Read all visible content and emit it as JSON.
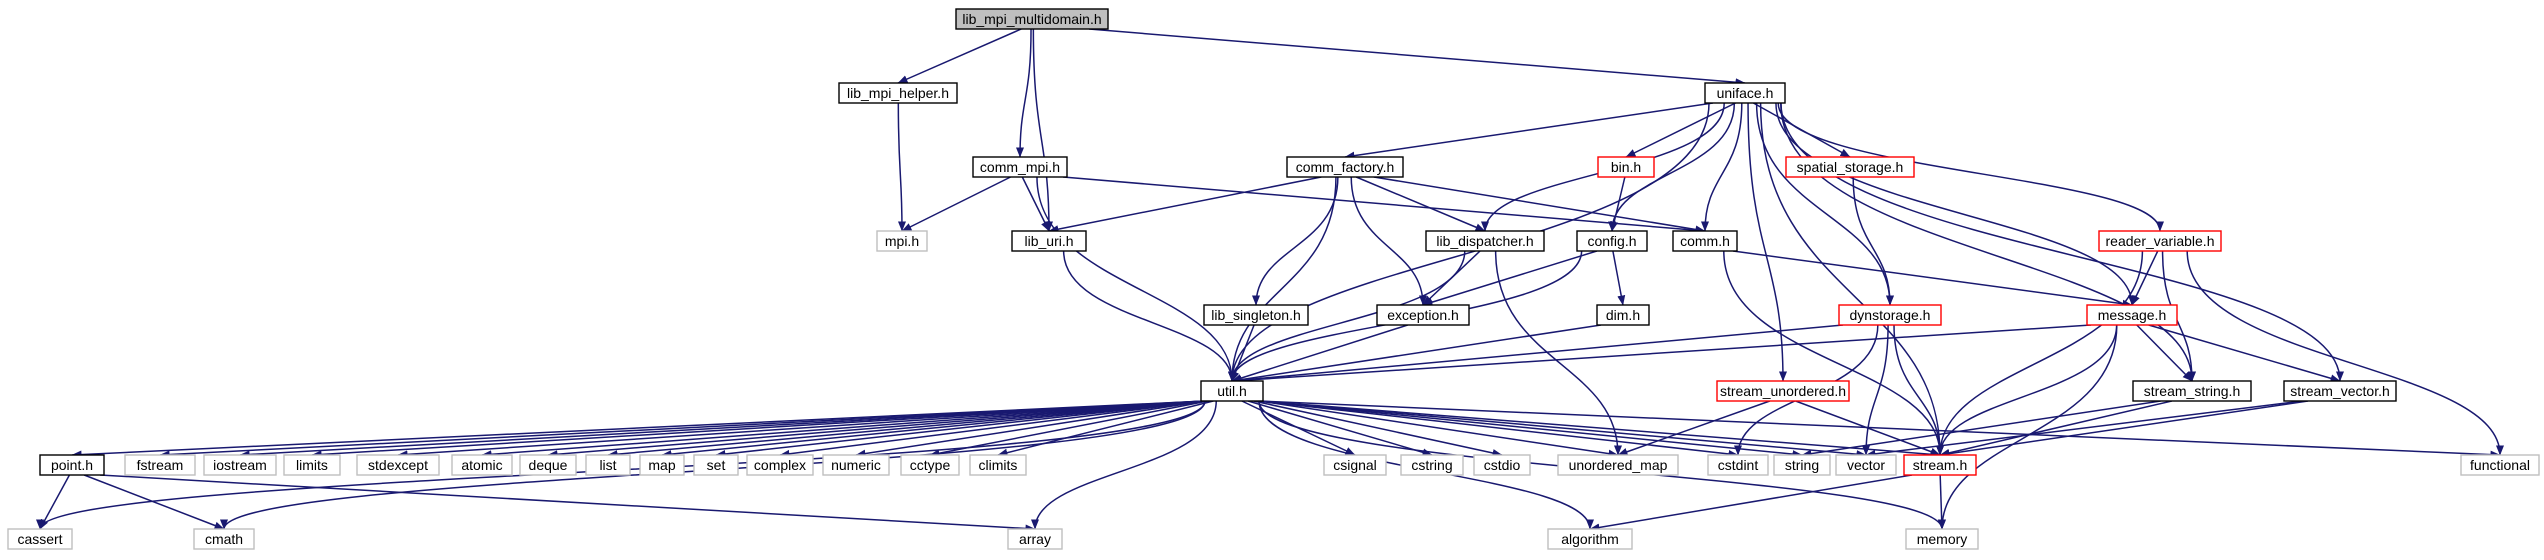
{
  "diagram": {
    "colors": {
      "edge": "#191970",
      "root_fill": "#bfbfbf",
      "node_border": "#000000",
      "node_fill": "#ffffff",
      "missing_border": "#bfbfbf",
      "truncated_border": "#ff0000"
    },
    "nodes": [
      {
        "id": "lib_mpi_multidomain",
        "label": "lib_mpi_multidomain.h",
        "kind": "root"
      },
      {
        "id": "lib_mpi_helper",
        "label": "lib_mpi_helper.h",
        "kind": "normal"
      },
      {
        "id": "uniface",
        "label": "uniface.h",
        "kind": "normal"
      },
      {
        "id": "comm_mpi",
        "label": "comm_mpi.h",
        "kind": "normal"
      },
      {
        "id": "comm_factory",
        "label": "comm_factory.h",
        "kind": "normal"
      },
      {
        "id": "bin",
        "label": "bin.h",
        "kind": "truncated"
      },
      {
        "id": "spatial_storage",
        "label": "spatial_storage.h",
        "kind": "truncated"
      },
      {
        "id": "mpi",
        "label": "mpi.h",
        "kind": "missing"
      },
      {
        "id": "lib_uri",
        "label": "lib_uri.h",
        "kind": "normal"
      },
      {
        "id": "lib_dispatcher",
        "label": "lib_dispatcher.h",
        "kind": "normal"
      },
      {
        "id": "config",
        "label": "config.h",
        "kind": "normal"
      },
      {
        "id": "comm",
        "label": "comm.h",
        "kind": "normal"
      },
      {
        "id": "reader_variable",
        "label": "reader_variable.h",
        "kind": "truncated"
      },
      {
        "id": "lib_singleton",
        "label": "lib_singleton.h",
        "kind": "normal"
      },
      {
        "id": "exception",
        "label": "exception.h",
        "kind": "normal"
      },
      {
        "id": "dim",
        "label": "dim.h",
        "kind": "normal"
      },
      {
        "id": "dynstorage",
        "label": "dynstorage.h",
        "kind": "truncated"
      },
      {
        "id": "message",
        "label": "message.h",
        "kind": "truncated"
      },
      {
        "id": "util",
        "label": "util.h",
        "kind": "normal"
      },
      {
        "id": "stream_unordered",
        "label": "stream_unordered.h",
        "kind": "truncated"
      },
      {
        "id": "stream_string",
        "label": "stream_string.h",
        "kind": "normal"
      },
      {
        "id": "stream_vector",
        "label": "stream_vector.h",
        "kind": "normal"
      },
      {
        "id": "point",
        "label": "point.h",
        "kind": "normal"
      },
      {
        "id": "fstream",
        "label": "fstream",
        "kind": "missing"
      },
      {
        "id": "iostream",
        "label": "iostream",
        "kind": "missing"
      },
      {
        "id": "limits",
        "label": "limits",
        "kind": "missing"
      },
      {
        "id": "stdexcept",
        "label": "stdexcept",
        "kind": "missing"
      },
      {
        "id": "atomic",
        "label": "atomic",
        "kind": "missing"
      },
      {
        "id": "deque",
        "label": "deque",
        "kind": "missing"
      },
      {
        "id": "list",
        "label": "list",
        "kind": "missing"
      },
      {
        "id": "map",
        "label": "map",
        "kind": "missing"
      },
      {
        "id": "set",
        "label": "set",
        "kind": "missing"
      },
      {
        "id": "complex",
        "label": "complex",
        "kind": "missing"
      },
      {
        "id": "numeric",
        "label": "numeric",
        "kind": "missing"
      },
      {
        "id": "cctype",
        "label": "cctype",
        "kind": "missing"
      },
      {
        "id": "climits",
        "label": "climits",
        "kind": "missing"
      },
      {
        "id": "csignal",
        "label": "csignal",
        "kind": "missing"
      },
      {
        "id": "cstring",
        "label": "cstring",
        "kind": "missing"
      },
      {
        "id": "cstdio",
        "label": "cstdio",
        "kind": "missing"
      },
      {
        "id": "unordered_map",
        "label": "unordered_map",
        "kind": "missing"
      },
      {
        "id": "cstdint",
        "label": "cstdint",
        "kind": "missing"
      },
      {
        "id": "string",
        "label": "string",
        "kind": "missing"
      },
      {
        "id": "vector",
        "label": "vector",
        "kind": "missing"
      },
      {
        "id": "stream",
        "label": "stream.h",
        "kind": "truncated"
      },
      {
        "id": "functional",
        "label": "functional",
        "kind": "missing"
      },
      {
        "id": "cassert",
        "label": "cassert",
        "kind": "missing"
      },
      {
        "id": "cmath",
        "label": "cmath",
        "kind": "missing"
      },
      {
        "id": "array",
        "label": "array",
        "kind": "missing"
      },
      {
        "id": "algorithm",
        "label": "algorithm",
        "kind": "missing"
      },
      {
        "id": "memory",
        "label": "memory",
        "kind": "missing"
      }
    ],
    "edges": [
      [
        "lib_mpi_multidomain",
        "lib_mpi_helper"
      ],
      [
        "lib_mpi_multidomain",
        "comm_mpi"
      ],
      [
        "lib_mpi_multidomain",
        "lib_uri"
      ],
      [
        "lib_mpi_multidomain",
        "uniface"
      ],
      [
        "lib_mpi_helper",
        "mpi"
      ],
      [
        "comm_mpi",
        "mpi"
      ],
      [
        "comm_mpi",
        "lib_uri"
      ],
      [
        "comm_mpi",
        "util"
      ],
      [
        "comm_mpi",
        "comm"
      ],
      [
        "uniface",
        "comm_factory"
      ],
      [
        "uniface",
        "util"
      ],
      [
        "uniface",
        "bin"
      ],
      [
        "uniface",
        "spatial_storage"
      ],
      [
        "uniface",
        "lib_dispatcher"
      ],
      [
        "uniface",
        "config"
      ],
      [
        "uniface",
        "comm"
      ],
      [
        "uniface",
        "reader_variable"
      ],
      [
        "uniface",
        "message"
      ],
      [
        "uniface",
        "dynstorage"
      ],
      [
        "uniface",
        "stream_unordered"
      ],
      [
        "uniface",
        "stream_string"
      ],
      [
        "uniface",
        "stream_vector"
      ],
      [
        "uniface",
        "stream"
      ],
      [
        "comm_factory",
        "lib_uri"
      ],
      [
        "comm_factory",
        "lib_singleton"
      ],
      [
        "comm_factory",
        "exception"
      ],
      [
        "comm_factory",
        "lib_dispatcher"
      ],
      [
        "comm_factory",
        "util"
      ],
      [
        "comm_factory",
        "comm"
      ],
      [
        "bin",
        "config"
      ],
      [
        "spatial_storage",
        "dynstorage"
      ],
      [
        "lib_uri",
        "util"
      ],
      [
        "lib_dispatcher",
        "exception"
      ],
      [
        "lib_dispatcher",
        "util"
      ],
      [
        "lib_dispatcher",
        "unordered_map"
      ],
      [
        "config",
        "exception"
      ],
      [
        "config",
        "dim"
      ],
      [
        "config",
        "util"
      ],
      [
        "comm",
        "message"
      ],
      [
        "comm",
        "stream"
      ],
      [
        "reader_variable",
        "message"
      ],
      [
        "reader_variable",
        "stream_string"
      ],
      [
        "reader_variable",
        "stream"
      ],
      [
        "reader_variable",
        "functional"
      ],
      [
        "lib_singleton",
        "util"
      ],
      [
        "exception",
        "util"
      ],
      [
        "dim",
        "util"
      ],
      [
        "dynstorage",
        "util"
      ],
      [
        "dynstorage",
        "cstdint"
      ],
      [
        "dynstorage",
        "vector"
      ],
      [
        "dynstorage",
        "stream"
      ],
      [
        "message",
        "util"
      ],
      [
        "message",
        "stream_string"
      ],
      [
        "message",
        "stream_vector"
      ],
      [
        "message",
        "stream"
      ],
      [
        "message",
        "memory"
      ],
      [
        "stream_unordered",
        "unordered_map"
      ],
      [
        "stream_unordered",
        "stream"
      ],
      [
        "stream_string",
        "string"
      ],
      [
        "stream_string",
        "stream"
      ],
      [
        "stream_vector",
        "vector"
      ],
      [
        "stream_vector",
        "stream"
      ],
      [
        "util",
        "point"
      ],
      [
        "util",
        "fstream"
      ],
      [
        "util",
        "iostream"
      ],
      [
        "util",
        "limits"
      ],
      [
        "util",
        "stdexcept"
      ],
      [
        "util",
        "atomic"
      ],
      [
        "util",
        "deque"
      ],
      [
        "util",
        "list"
      ],
      [
        "util",
        "map"
      ],
      [
        "util",
        "set"
      ],
      [
        "util",
        "complex"
      ],
      [
        "util",
        "numeric"
      ],
      [
        "util",
        "cctype"
      ],
      [
        "util",
        "climits"
      ],
      [
        "util",
        "csignal"
      ],
      [
        "util",
        "cstring"
      ],
      [
        "util",
        "cstdio"
      ],
      [
        "util",
        "unordered_map"
      ],
      [
        "util",
        "cstdint"
      ],
      [
        "util",
        "string"
      ],
      [
        "util",
        "vector"
      ],
      [
        "util",
        "stream"
      ],
      [
        "util",
        "functional"
      ],
      [
        "util",
        "cassert"
      ],
      [
        "util",
        "cmath"
      ],
      [
        "util",
        "array"
      ],
      [
        "util",
        "algorithm"
      ],
      [
        "util",
        "memory"
      ],
      [
        "point",
        "cassert"
      ],
      [
        "point",
        "cmath"
      ],
      [
        "point",
        "array"
      ],
      [
        "stream",
        "algorithm"
      ],
      [
        "stream",
        "memory"
      ]
    ]
  }
}
